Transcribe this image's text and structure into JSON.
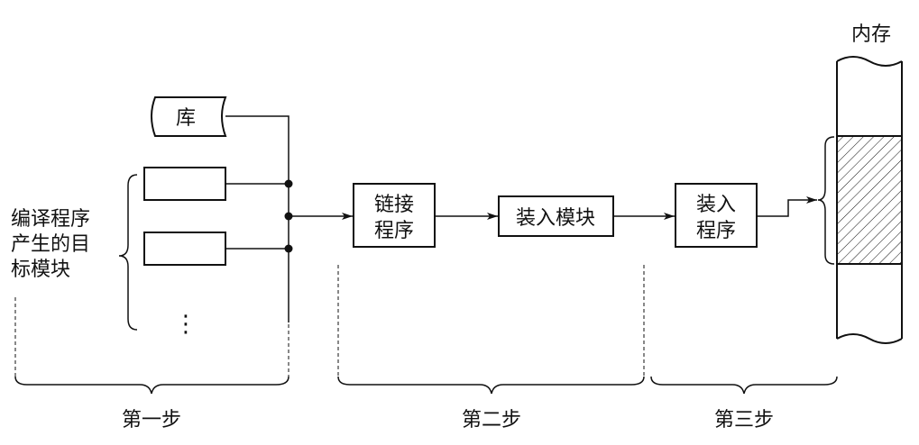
{
  "library_label": "库",
  "compiled_modules_label": [
    "编译程序",
    "产生的目",
    "标模块"
  ],
  "ellipsis": "⋮",
  "linker_label": [
    "链接",
    "程序"
  ],
  "load_module_label": "装入模块",
  "loader_label": [
    "装入",
    "程序"
  ],
  "memory_label": "内存",
  "steps": [
    "第一步",
    "第二步",
    "第三步"
  ]
}
